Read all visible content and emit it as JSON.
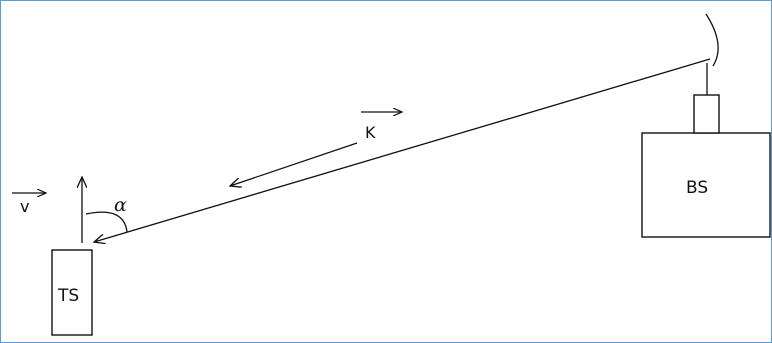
{
  "labels": {
    "ts": "TS",
    "bs": "BS",
    "k": "K",
    "v": "v",
    "alpha": "α"
  },
  "colors": {
    "frame_border": "#5b9bd5",
    "ink": "#111111",
    "background": "#ffffff"
  }
}
